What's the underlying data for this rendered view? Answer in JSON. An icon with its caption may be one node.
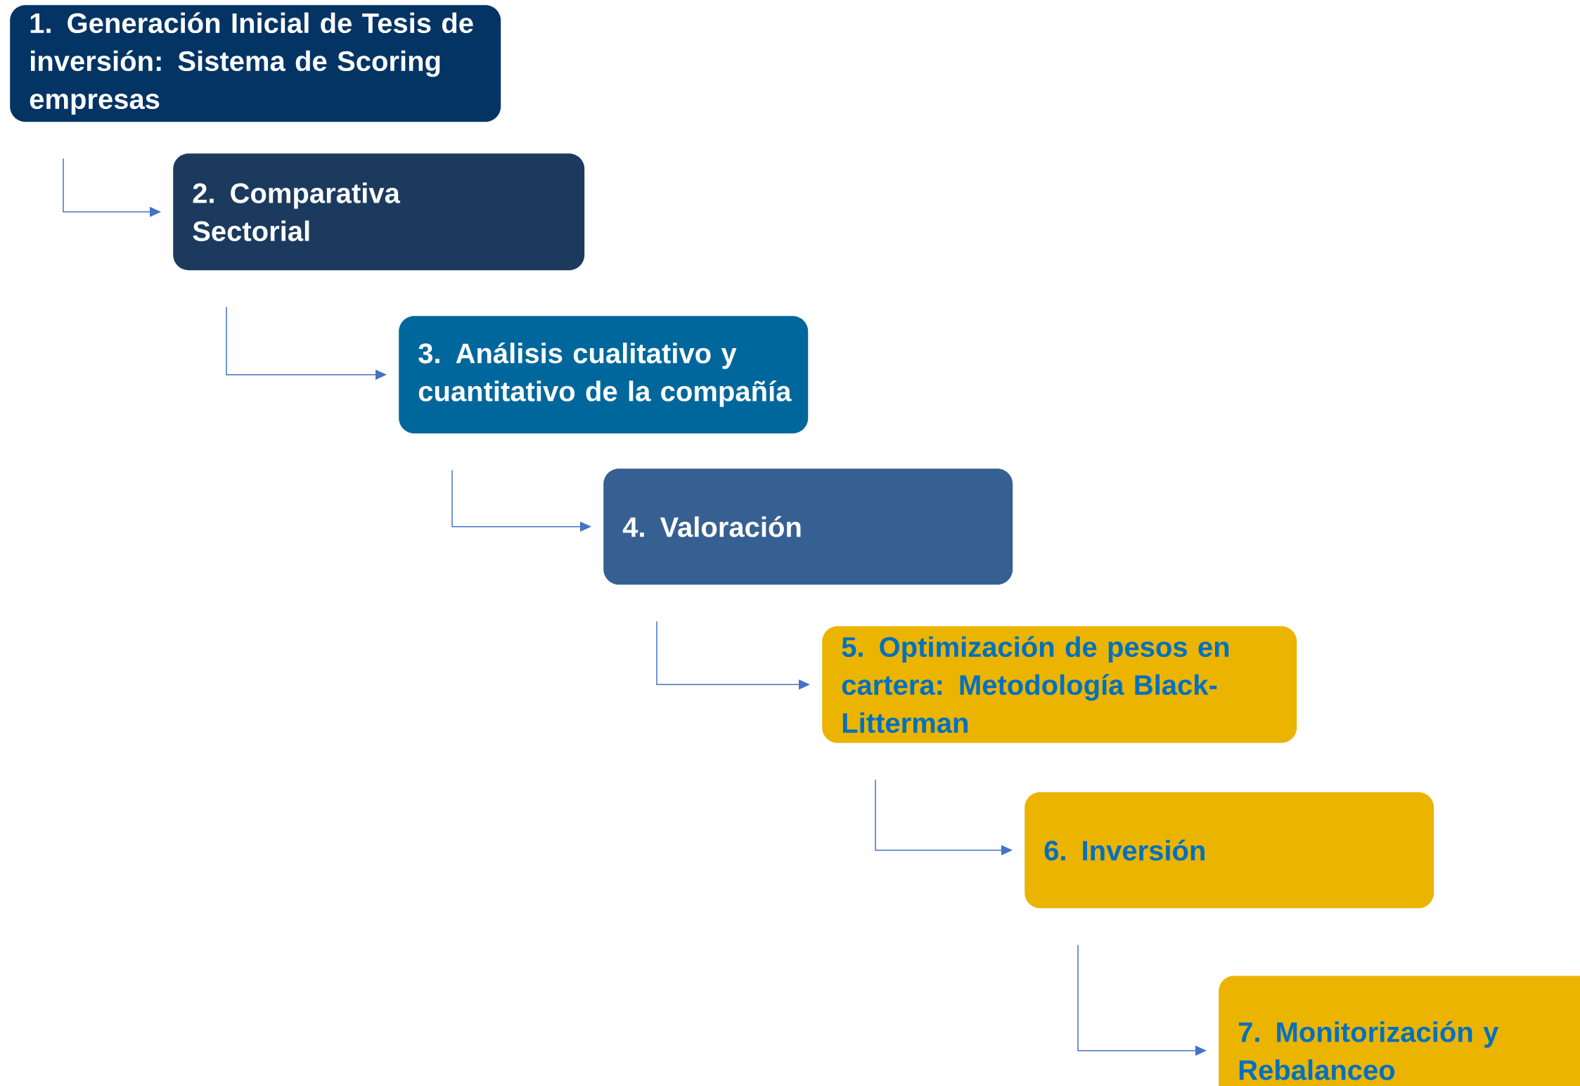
{
  "diagram": {
    "nodes": [
      {
        "text": [
          "1. Generación Inicial de Tesis de inversión: Sistema de Scoring empresas"
        ]
      },
      {
        "text": [
          "2. Comparativa Sectorial"
        ]
      },
      {
        "text": [
          "3. Análisis cualitativo y cuantitativo de la compañía"
        ]
      },
      {
        "text": [
          "4. Valoración"
        ]
      },
      {
        "text": [
          "5. Optimización de pesos en cartera: Metodología Black-Litterman"
        ]
      },
      {
        "text": [
          "6. Inversión"
        ]
      },
      {
        "text": [
          "7. Monitorización y Rebalanceo"
        ]
      }
    ],
    "edges": [
      {
        "from": 0,
        "to": 1,
        "arrow": "to"
      },
      {
        "from": 1,
        "to": 2,
        "arrow": "to"
      },
      {
        "from": 2,
        "to": 3,
        "arrow": "to"
      },
      {
        "from": 3,
        "to": 4,
        "arrow": "to"
      },
      {
        "from": 4,
        "to": 5,
        "arrow": "to"
      },
      {
        "from": 5,
        "to": 6,
        "arrow": "to"
      }
    ]
  }
}
